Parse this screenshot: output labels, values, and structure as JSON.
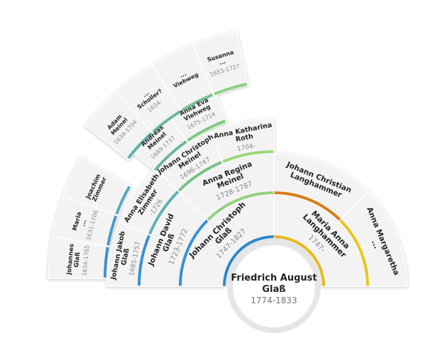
{
  "root": {
    "name_lines": [
      "Friedrich August",
      "Glaß"
    ],
    "years": "1774-1833"
  },
  "people": [
    {
      "id": "f",
      "name_lines": [
        "Johann Christoph",
        "Glaß"
      ],
      "years": "1747-1827",
      "color": "#2f86c8"
    },
    {
      "id": "m",
      "name_lines": [
        "Maria Anna",
        "Langhammer"
      ],
      "years": "1747-",
      "color": "#e5b81e"
    },
    {
      "id": "ff",
      "name_lines": [
        "Johann David",
        "Glaß"
      ],
      "years": "1723-1772",
      "color": "#3a8fd2"
    },
    {
      "id": "fm",
      "name_lines": [
        "Anna Regina",
        "Meinel"
      ],
      "years": "1728-1787",
      "color": "#8fd27a"
    },
    {
      "id": "mf",
      "name_lines": [
        "Johann Christian",
        "Langhammer"
      ],
      "years": "",
      "color": "#d97b18"
    },
    {
      "id": "mm",
      "name_lines": [
        "Anna Margaretha",
        "..."
      ],
      "years": "",
      "color": "#e8c51c"
    },
    {
      "id": "fff",
      "name_lines": [
        "Johann Jakob",
        "Glaß"
      ],
      "years": "1685-1757",
      "color": "#3a8fd2"
    },
    {
      "id": "ffm",
      "name_lines": [
        "Anna Elisabeth",
        "Zimmer"
      ],
      "years": "-1726",
      "color": "#5fb0b8"
    },
    {
      "id": "fmf",
      "name_lines": [
        "Johann Christoph",
        "Meinel"
      ],
      "years": "1696-1747",
      "color": "#78c08a"
    },
    {
      "id": "fmm",
      "name_lines": [
        "Anna Katharina",
        "Roth"
      ],
      "years": "1704-",
      "color": "#9ad87a"
    },
    {
      "id": "ffff",
      "name_lines": [
        "Johannes",
        "Glaß"
      ],
      "years": "1634-1705",
      "color": "#3a8fd2"
    },
    {
      "id": "fffm",
      "name_lines": [
        "Maria",
        "..."
      ],
      "years": "1631-1706",
      "color": "#4a9ac8"
    },
    {
      "id": "ffmf",
      "name_lines": [
        "Joachim",
        "Zimmer"
      ],
      "years": "",
      "color": "#5aa8c0"
    },
    {
      "id": "fmff",
      "name_lines": [
        "Andreas",
        "Meinel"
      ],
      "years": "1669-1737",
      "color": "#6ab89a"
    },
    {
      "id": "fmfm",
      "name_lines": [
        "Anna Eva",
        "Viehweg"
      ],
      "years": "1675-1714",
      "color": "#80c880"
    },
    {
      "id": "fmfff",
      "name_lines": [
        "Adam",
        "Meinel"
      ],
      "years": "1634-1704",
      "color": "#5fb0a8"
    },
    {
      "id": "fmffm",
      "name_lines": [
        "...",
        "Scholler?"
      ],
      "years": "1634-",
      "color": "#6ab89a"
    },
    {
      "id": "fmfmf",
      "name_lines": [
        "...",
        "Viehweg"
      ],
      "years": "",
      "color": "#78c090"
    },
    {
      "id": "fmfmm",
      "name_lines": [
        "Susanna",
        "..."
      ],
      "years": "1653-1727",
      "color": "#8ad080"
    }
  ]
}
